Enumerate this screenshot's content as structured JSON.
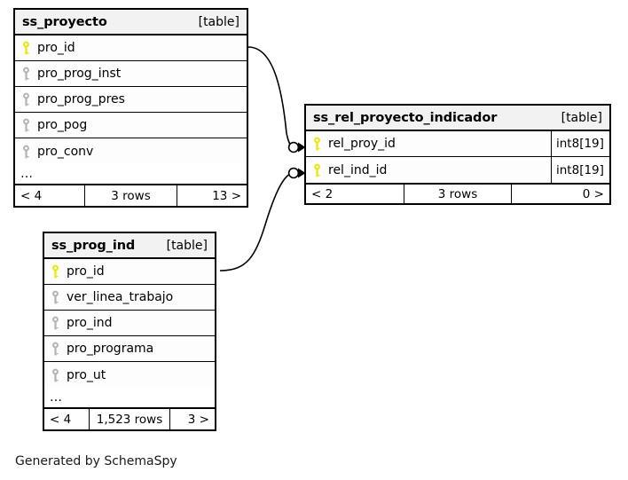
{
  "diagram": {
    "generator_caption": "Generated by SchemaSpy",
    "table_tag": "[table]",
    "ellipsis": "…",
    "colors": {
      "primary_key": "#e8e800",
      "indexed_key": "#b3b3b3",
      "table_border": "#000000",
      "header_fill": "#f2f2f2",
      "row_fill": "#fdfdfd",
      "canvas": "#ffffff",
      "edge": "#000000"
    }
  },
  "tables": [
    {
      "id": "ss_proyecto",
      "name": "ss_proyecto",
      "tag": "[table]",
      "columns": [
        {
          "name": "pro_id",
          "key": "primary",
          "type": ""
        },
        {
          "name": "pro_prog_inst",
          "key": "indexed",
          "type": ""
        },
        {
          "name": "pro_prog_pres",
          "key": "indexed",
          "type": ""
        },
        {
          "name": "pro_pog",
          "key": "indexed",
          "type": ""
        },
        {
          "name": "pro_conv",
          "key": "indexed",
          "type": ""
        }
      ],
      "has_more": true,
      "footer": {
        "left": "< 4",
        "center": "3 rows",
        "right": "13 >"
      }
    },
    {
      "id": "ss_rel_proyecto_indicador",
      "name": "ss_rel_proyecto_indicador",
      "tag": "[table]",
      "columns": [
        {
          "name": "rel_proy_id",
          "key": "primary",
          "type": "int8[19]"
        },
        {
          "name": "rel_ind_id",
          "key": "primary",
          "type": "int8[19]"
        }
      ],
      "has_more": false,
      "footer": {
        "left": "< 2",
        "center": "3 rows",
        "right": "0 >"
      }
    },
    {
      "id": "ss_prog_ind",
      "name": "ss_prog_ind",
      "tag": "[table]",
      "columns": [
        {
          "name": "pro_id",
          "key": "primary",
          "type": ""
        },
        {
          "name": "ver_linea_trabajo",
          "key": "indexed",
          "type": ""
        },
        {
          "name": "pro_ind",
          "key": "indexed",
          "type": ""
        },
        {
          "name": "pro_programa",
          "key": "indexed",
          "type": ""
        },
        {
          "name": "pro_ut",
          "key": "indexed",
          "type": ""
        }
      ],
      "has_more": true,
      "footer": {
        "left": "< 4",
        "center": "1,523 rows",
        "right": "3 >"
      }
    }
  ],
  "relationships": [
    {
      "id": "rel-proyecto-to-rel-proy-id",
      "from_table": "ss_proyecto",
      "from_column": "pro_id",
      "to_table": "ss_rel_proyecto_indicador",
      "to_column": "rel_proy_id"
    },
    {
      "id": "rel-prog-ind-to-rel-ind-id",
      "from_table": "ss_prog_ind",
      "from_column": "pro_id",
      "to_table": "ss_rel_proyecto_indicador",
      "to_column": "rel_ind_id"
    }
  ]
}
